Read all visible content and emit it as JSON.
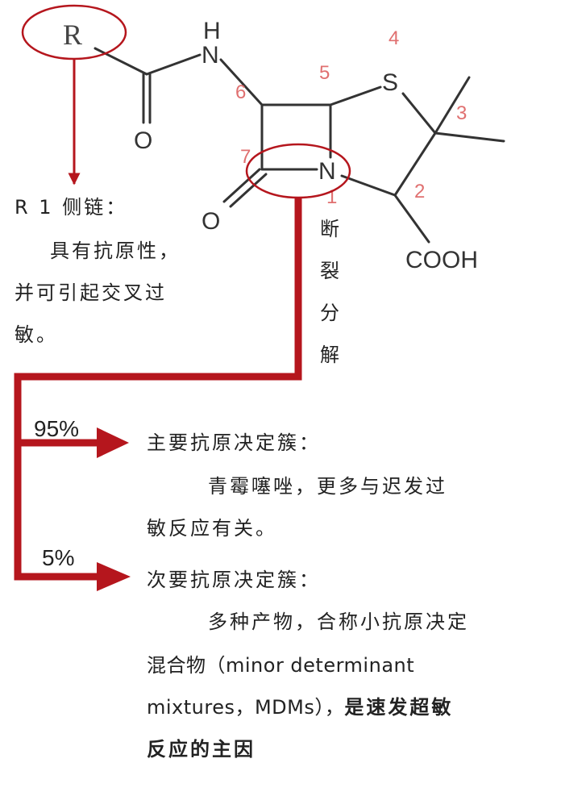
{
  "structure": {
    "r_label": "R",
    "nh_h": "H",
    "nh_n": "N",
    "carbonyl_o": "O",
    "ring_n": "N",
    "lactam_o": "O",
    "sulfur": "S",
    "cooh": "COOH",
    "numbers": [
      "1",
      "2",
      "3",
      "4",
      "5",
      "6",
      "7"
    ]
  },
  "cleavage_label": [
    "断",
    "裂",
    "分",
    "解"
  ],
  "r1_note": {
    "line1": "R 1 侧链：",
    "line2": "具有抗原性，",
    "line3": "并可引起交叉过",
    "line4": "敏。"
  },
  "major": {
    "percent": "95%",
    "title": "主要抗原决定簇：",
    "line1": "青霉噻唑，更多与迟发过",
    "line2": "敏反应有关。"
  },
  "minor": {
    "percent": "5%",
    "title": "次要抗原决定簇：",
    "line1": "多种产物，合称小抗原决定",
    "line2": "混合物（minor determinant",
    "line3": "mixtures，MDMs），",
    "line3_bold": "是速发超敏",
    "line4_bold": "反应的主因"
  },
  "colors": {
    "accent_red": "#b5161d",
    "bond": "#333333",
    "ring_number": "#e07070"
  }
}
